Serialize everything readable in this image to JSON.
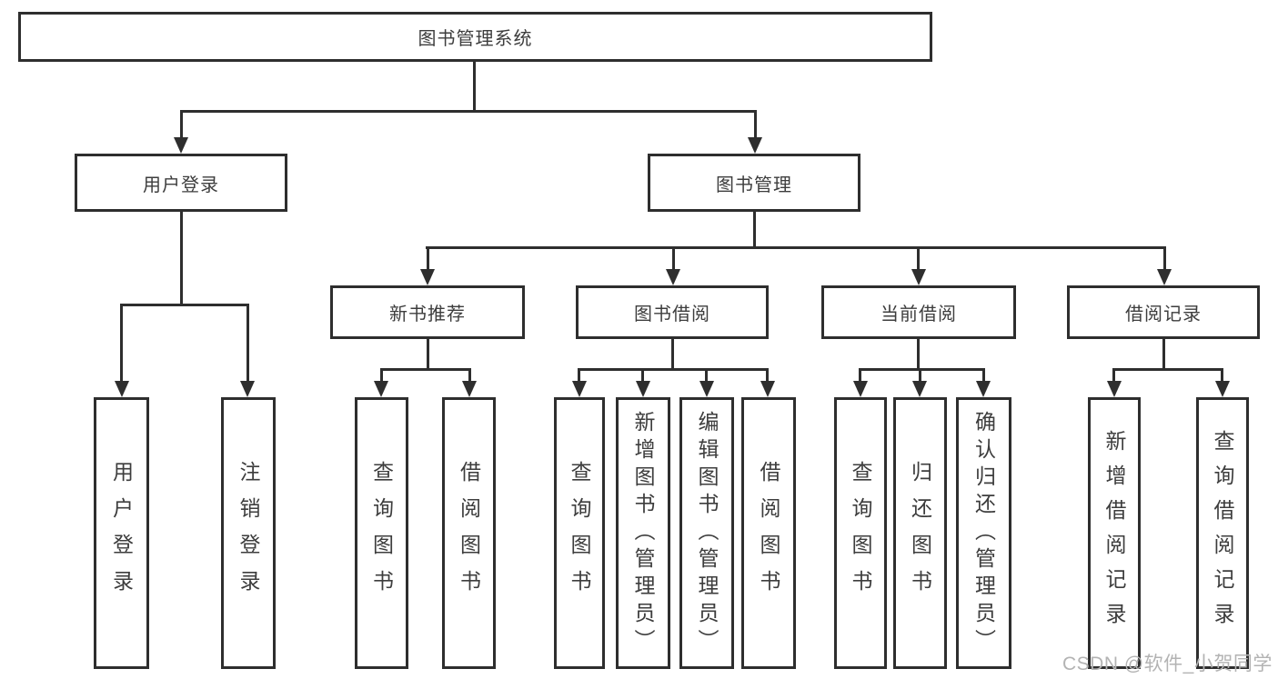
{
  "diagram": {
    "root": {
      "label": "图书管理系统"
    },
    "branches": [
      {
        "label": "用户登录",
        "leaves": [
          "用户登录",
          "注销登录"
        ]
      },
      {
        "label": "图书管理",
        "groups": [
          {
            "label": "新书推荐",
            "leaves": [
              "查询图书",
              "借阅图书"
            ]
          },
          {
            "label": "图书借阅",
            "leaves": [
              "查询图书",
              "新增图书（管理员）",
              "编辑图书（管理员）",
              "借阅图书"
            ]
          },
          {
            "label": "当前借阅",
            "leaves": [
              "查询图书",
              "归还图书",
              "确认归还（管理员）"
            ]
          },
          {
            "label": "借阅记录",
            "leaves": [
              "新增借阅记录",
              "查询借阅记录"
            ]
          }
        ]
      }
    ]
  },
  "watermark": {
    "text": "CSDN @软件_小贺同学"
  },
  "colors": {
    "line": "#2e2e2e",
    "text": "#3d3d3d",
    "background": "#ffffff",
    "watermark": "#b3b3b3"
  }
}
